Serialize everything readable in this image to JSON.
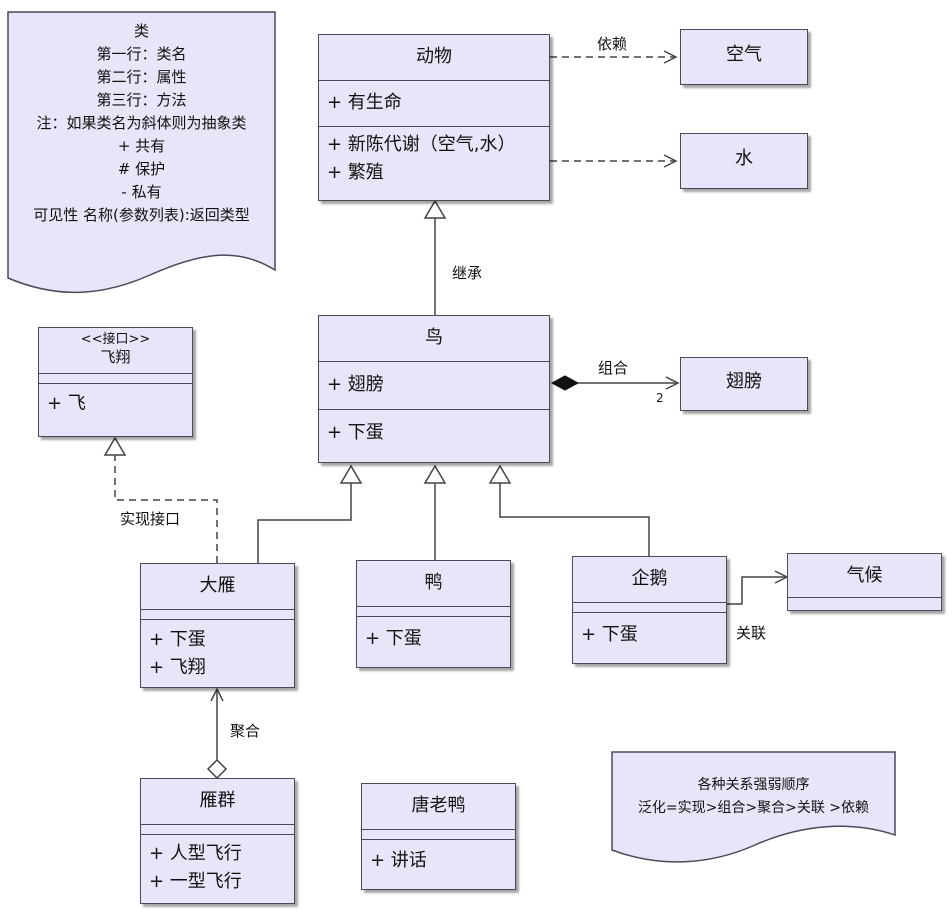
{
  "legend_note": {
    "lines": [
      "类",
      "第一行：类名",
      "第二行：属性",
      "第三行：方法",
      "注：如果类名为斜体则为抽象类",
      "+ 共有",
      "# 保护",
      "- 私有",
      "可见性 名称(参数列表):返回类型"
    ]
  },
  "strength_note": {
    "lines": [
      "各种关系强弱顺序",
      "泛化=实现>组合>聚合>关联 >依赖"
    ]
  },
  "classes": {
    "animal": {
      "name": "动物",
      "attrs": [
        "+ 有生命"
      ],
      "methods": [
        "+ 新陈代谢（空气,水）",
        "+ 繁殖"
      ]
    },
    "air": {
      "name": "空气"
    },
    "water": {
      "name": "水"
    },
    "bird": {
      "name": "鸟",
      "attrs": [
        "+ 翅膀"
      ],
      "methods": [
        "+ 下蛋"
      ]
    },
    "wing": {
      "name": "翅膀"
    },
    "fly_interface": {
      "stereotype": "<<接口>>",
      "name": "飞翔",
      "methods": [
        "+ 飞"
      ]
    },
    "wild_goose": {
      "name": "大雁",
      "methods": [
        "+ 下蛋",
        "+ 飞翔"
      ]
    },
    "duck": {
      "name": "鸭",
      "methods": [
        "+ 下蛋"
      ]
    },
    "penguin": {
      "name": "企鹅",
      "methods": [
        "+ 下蛋"
      ]
    },
    "climate": {
      "name": "气候"
    },
    "goose_flock": {
      "name": "雁群",
      "methods": [
        "+ 人型飞行",
        "+ 一型飞行"
      ]
    },
    "donald_duck": {
      "name": "唐老鸭",
      "methods": [
        "+ 讲话"
      ]
    }
  },
  "relations": {
    "dependency": "依赖",
    "inheritance": "继承",
    "composition": "组合",
    "composition_multiplicity": "2",
    "realization": "实现接口",
    "association": "关联",
    "aggregation": "聚合"
  }
}
